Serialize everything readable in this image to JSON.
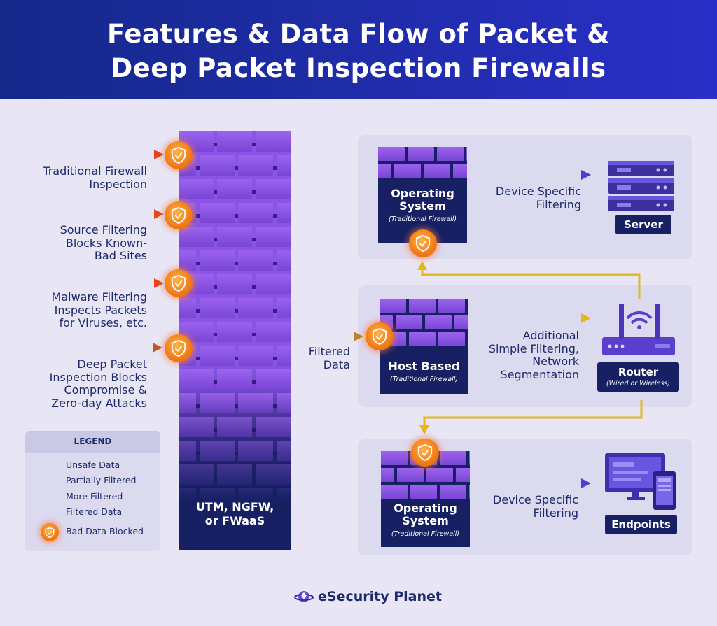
{
  "header": {
    "title_line1": "Features & Data Flow of Packet &",
    "title_line2": "Deep Packet Inspection Firewalls"
  },
  "inputs": [
    {
      "lines": [
        "Traditional Firewall",
        "Inspection"
      ],
      "arrow": "unsafe"
    },
    {
      "lines": [
        "Source Filtering",
        "Blocks Known-",
        "Bad Sites"
      ],
      "arrow": "unsafe"
    },
    {
      "lines": [
        "Malware Filtering",
        "Inspects Packets",
        "for Viruses, etc."
      ],
      "arrow": "unsafe"
    },
    {
      "lines": [
        "Deep Packet",
        "Inspection Blocks",
        "Compromise &",
        "Zero-day Attacks"
      ],
      "arrow": "partial"
    }
  ],
  "main_wall": {
    "lines": [
      "UTM, NGFW,",
      "or  FWaaS"
    ]
  },
  "filtered_data": {
    "lines": [
      "Filtered",
      "Data"
    ]
  },
  "legend": {
    "title": "LEGEND",
    "items": [
      "Unsafe Data",
      "Partially Filtered",
      "More Filtered",
      "Filtered Data",
      "Bad Data Blocked"
    ]
  },
  "panels": {
    "server": {
      "wall_title": [
        "Operating",
        "System"
      ],
      "wall_sub": "(Traditional Firewall)",
      "flow_label": [
        "Device Specific",
        "Filtering"
      ],
      "device": "Server"
    },
    "router": {
      "wall_title": [
        "Host Based"
      ],
      "wall_sub": "(Traditional Firewall)",
      "flow_label": [
        "Additional",
        "Simple Filtering,",
        "Network",
        "Segmentation"
      ],
      "device": "Router",
      "device_sub": "(Wired or Wireless)"
    },
    "endpoints": {
      "wall_title": [
        "Operating",
        "System"
      ],
      "wall_sub": "(Traditional Firewall)",
      "flow_label": [
        "Device Specific",
        "Filtering"
      ],
      "device": "Endpoints"
    }
  },
  "colors": {
    "unsafe": "#e8421e",
    "partial": "#b8862a",
    "more": "#e2b81c",
    "filtered": "#4d3fd6",
    "navy": "#162063"
  },
  "brand": "eSecurity Planet"
}
